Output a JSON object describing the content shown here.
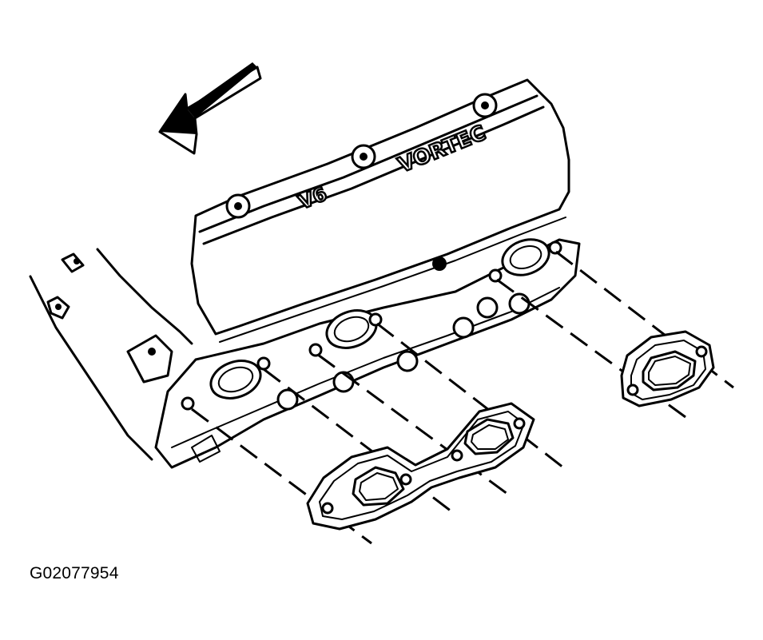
{
  "figure": {
    "id": "G02077954",
    "cover_text_brand": "VORTEC",
    "cover_text_model": "V6"
  },
  "colors": {
    "line": "#000000",
    "background": "#ffffff"
  },
  "icons": [
    "direction-arrow-icon"
  ]
}
